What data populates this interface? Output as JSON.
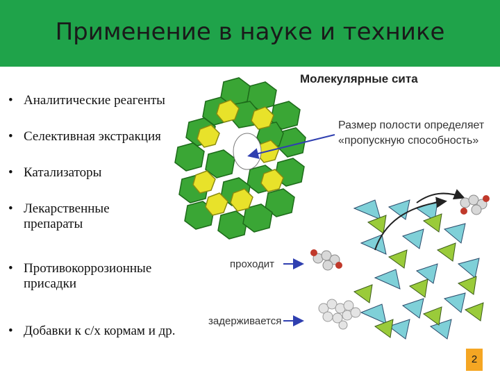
{
  "slide": {
    "title": "Применение в науке и технике",
    "page_number": "2"
  },
  "bullets": [
    {
      "marker": "•",
      "text": "Аналитические реагенты"
    },
    {
      "marker": "•",
      "text": "Селективная экстракция"
    },
    {
      "marker": "•",
      "text": "Катализаторы"
    },
    {
      "marker": "•",
      "text": "Лекарственные препараты"
    },
    {
      "marker": "•",
      "text": "Противокоррозионные присадки"
    },
    {
      "marker": "•",
      "text": "Добавки к с/х кормам и др."
    }
  ],
  "figure": {
    "title": "Молекулярные сита",
    "cavity_note": "Размер полости определяет «пропускную способность»",
    "label_pass": "проходит",
    "label_hold": "задерживается"
  },
  "colors": {
    "header": "#1fa34a",
    "accent_page": "#f5a623",
    "zeolite_green": "#3aa635",
    "zeolite_yellow": "#e8e22a",
    "arrow_blue": "#2f3fb0"
  }
}
